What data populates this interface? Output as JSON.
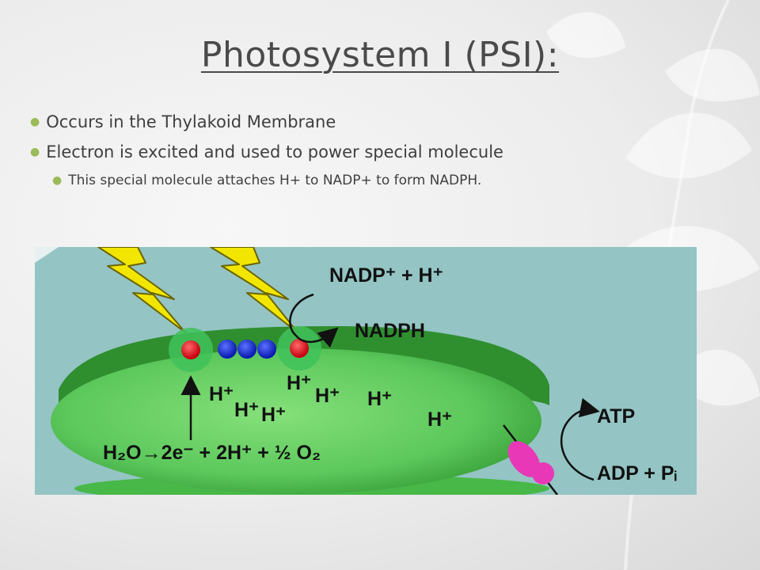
{
  "slide": {
    "title": "Photosystem I (PSI):",
    "bullets": [
      {
        "text": "Occurs in the Thylakoid  Membrane",
        "level": 1
      },
      {
        "text": "Electron is excited and used to power special molecule",
        "level": 1
      },
      {
        "text": "This special molecule attaches H+ to NADP+ to form NADPH.",
        "level": 2
      }
    ],
    "accent_color": "#9bbb59"
  },
  "diagram": {
    "labels": {
      "nadp_plus": "NADP⁺  +  H⁺",
      "nadph": "NADPH",
      "atp": "ATP",
      "adp_pi": "ADP + Pᵢ",
      "water_split": "H₂O→2e⁻ + 2H⁺ + ½ O₂"
    },
    "protons": [
      "H⁺",
      "H⁺",
      "H⁺",
      "H⁺",
      "H⁺",
      "H⁺",
      "H⁺"
    ],
    "colors": {
      "background": "#94c4c4",
      "membrane": "#5cc85c",
      "lightning": "#f2e600",
      "reaction_center": "#e8141e",
      "electron_carrier": "#1428d2",
      "atp_synthase": "#e838b8"
    }
  }
}
